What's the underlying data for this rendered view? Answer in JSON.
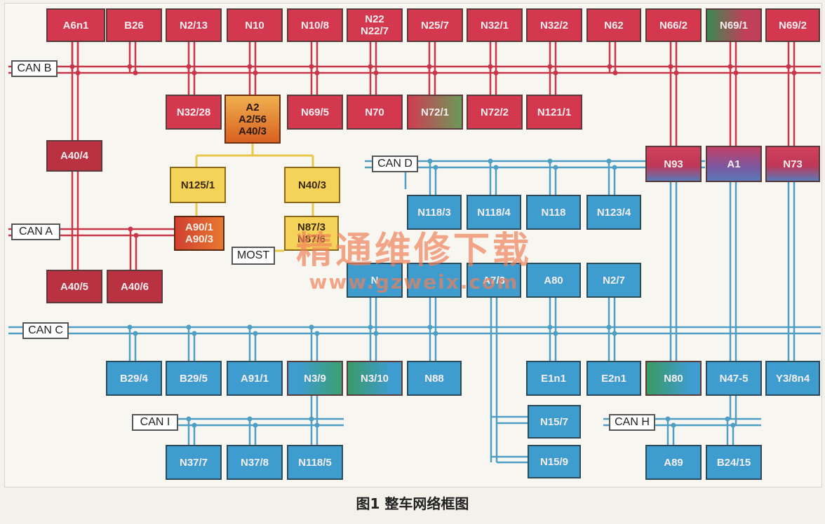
{
  "colors": {
    "red_bus": "#c8364a",
    "blue_bus": "#4f9ec4",
    "yellow_link": "#e8c848"
  },
  "buses": {
    "can_b": "CAN B",
    "can_a": "CAN A",
    "can_c": "CAN C",
    "can_d": "CAN D",
    "can_i": "CAN I",
    "can_h": "CAN H",
    "most": "MOST"
  },
  "nodes": {
    "a6n1": "A6n1",
    "b26": "B26",
    "n2_13": "N2/13",
    "n10": "N10",
    "n10_8": "N10/8",
    "n22": "N22\nN22/7",
    "n25_7": "N25/7",
    "n32_1": "N32/1",
    "n32_2": "N32/2",
    "n62": "N62",
    "n66_2": "N66/2",
    "n69_1": "N69/1",
    "n69_2": "N69/2",
    "n32_28": "N32/28",
    "a2": "A2\nA2/56\nA40/3",
    "n69_5": "N69/5",
    "n70": "N70",
    "n72_1": "N72/1",
    "n72_2": "N72/2",
    "n121_1": "N121/1",
    "a40_4": "A40/4",
    "n125_1": "N125/1",
    "n40_3": "N40/3",
    "a90_1": "A90/1\nA90/3",
    "n87_3": "N87/3\nN87/6",
    "a40_5": "A40/5",
    "a40_6": "A40/6",
    "n93": "N93",
    "a1": "A1",
    "n73": "N73",
    "n118_3": "N118/3",
    "n118_4": "N118/4",
    "n118": "N118",
    "n123_4": "N123/4",
    "row2_1": "N",
    "row2_2": "",
    "row2_3": "A7/3",
    "a80": "A80",
    "n2_7": "N2/7",
    "b29_4": "B29/4",
    "b29_5": "B29/5",
    "a91_1": "A91/1",
    "n3_9": "N3/9",
    "n3_10": "N3/10",
    "n88": "N88",
    "e1n1": "E1n1",
    "e2n1": "E2n1",
    "n80": "N80",
    "n47_5": "N47-5",
    "y3_8n4": "Y3/8n4",
    "n15_7": "N15/7",
    "n15_9": "N15/9",
    "a89": "A89",
    "b24_15": "B24/15",
    "n37_7": "N37/7",
    "n37_8": "N37/8",
    "n118_5": "N118/5"
  },
  "watermark": {
    "line1": "精通维修下载",
    "line2": "www.gzweix.com"
  },
  "caption": "图1 整车网络框图"
}
